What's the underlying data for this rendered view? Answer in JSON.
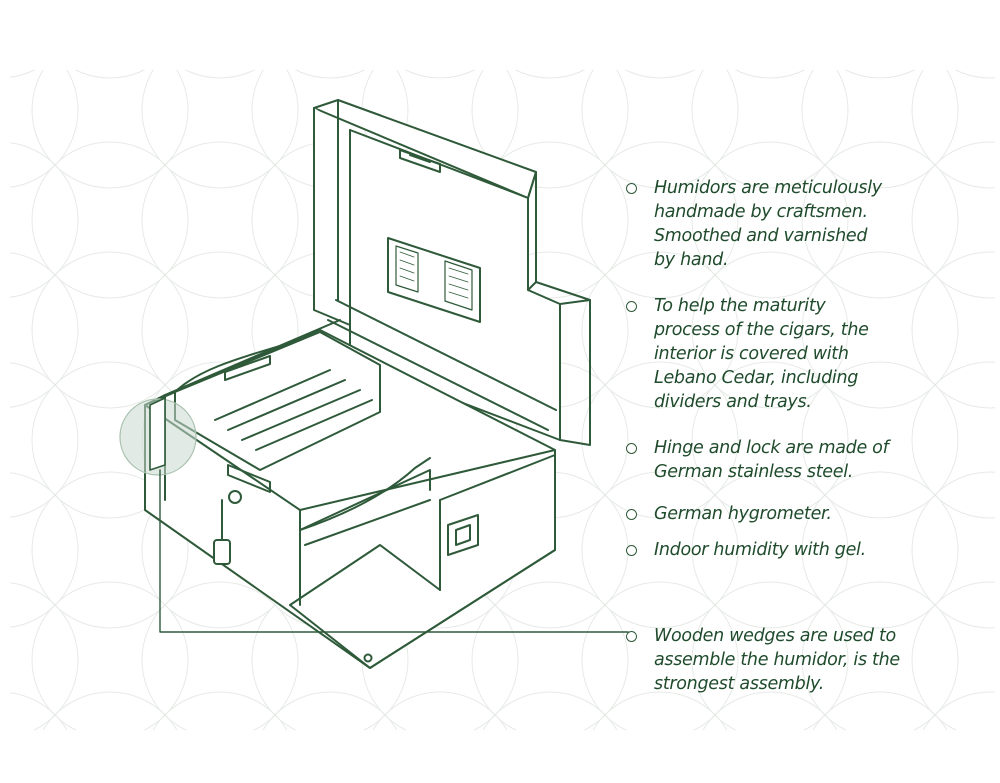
{
  "colors": {
    "ink": "#1f4b2c",
    "line": "#2f5a3a",
    "pattern": "#e4e8e4",
    "highlight": "#c9d9ce"
  },
  "features": [
    {
      "icon": "circle-bullet-icon",
      "text": "Humidors are meticulously\nhandmade by craftsmen.\nSmoothed and varnished\nby hand."
    },
    {
      "icon": "circle-bullet-icon",
      "text": "To help the maturity\nprocess of the cigars, the\ninterior is covered with\nLebano Cedar, including\ndividers and trays."
    },
    {
      "icon": "circle-bullet-icon",
      "text": "Hinge and lock are made of\nGerman stainless steel."
    },
    {
      "icon": "circle-bullet-icon",
      "text": "German hygrometer."
    },
    {
      "icon": "circle-bullet-icon",
      "text": "Indoor humidity with gel."
    },
    {
      "icon": "circle-bullet-icon",
      "text": "Wooden wedges are used to\nassemble the humidor, is the\nstrongest assembly."
    }
  ]
}
